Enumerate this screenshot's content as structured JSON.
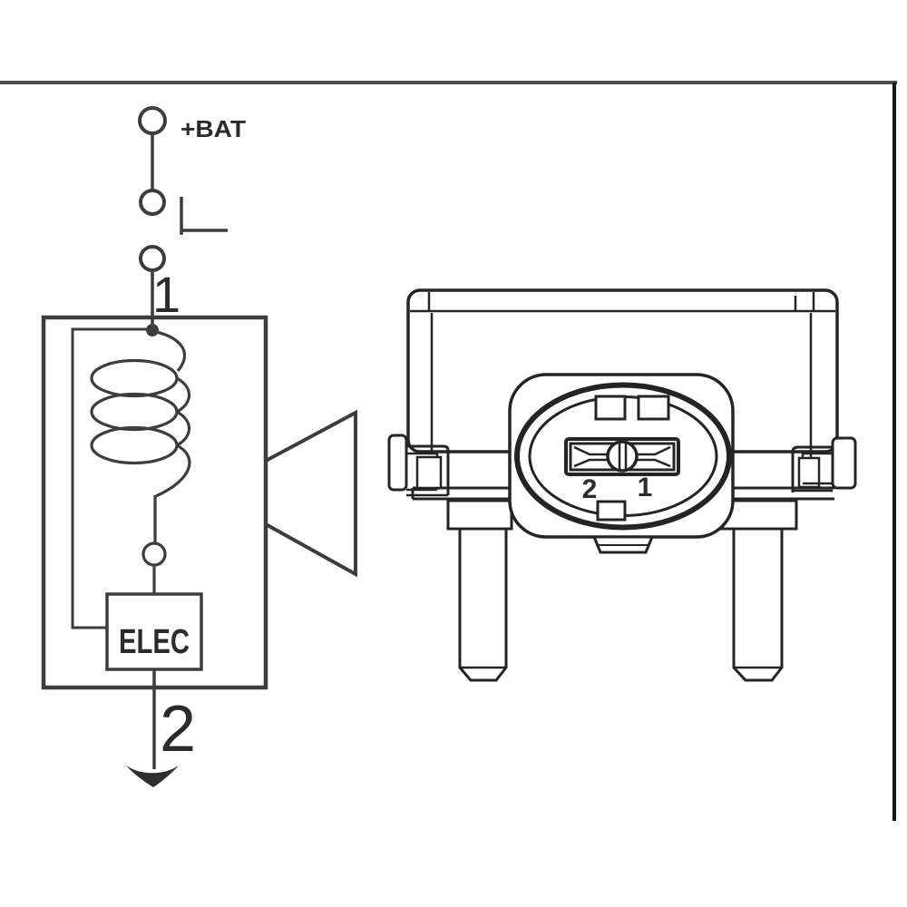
{
  "schematic": {
    "bat_label": "+BAT",
    "terminal1_label": "1",
    "terminal2_label": "2",
    "elec_label": "ELEC"
  },
  "connector": {
    "pin2_label": "2",
    "pin1_label": "1"
  },
  "colors": {
    "schematic_line": "#3d3d3d",
    "drawing_line": "#242424",
    "text": "#2b2b2b",
    "frame_top": "#4d4d4d",
    "frame_right": "#161616",
    "background": "#ffffff"
  }
}
